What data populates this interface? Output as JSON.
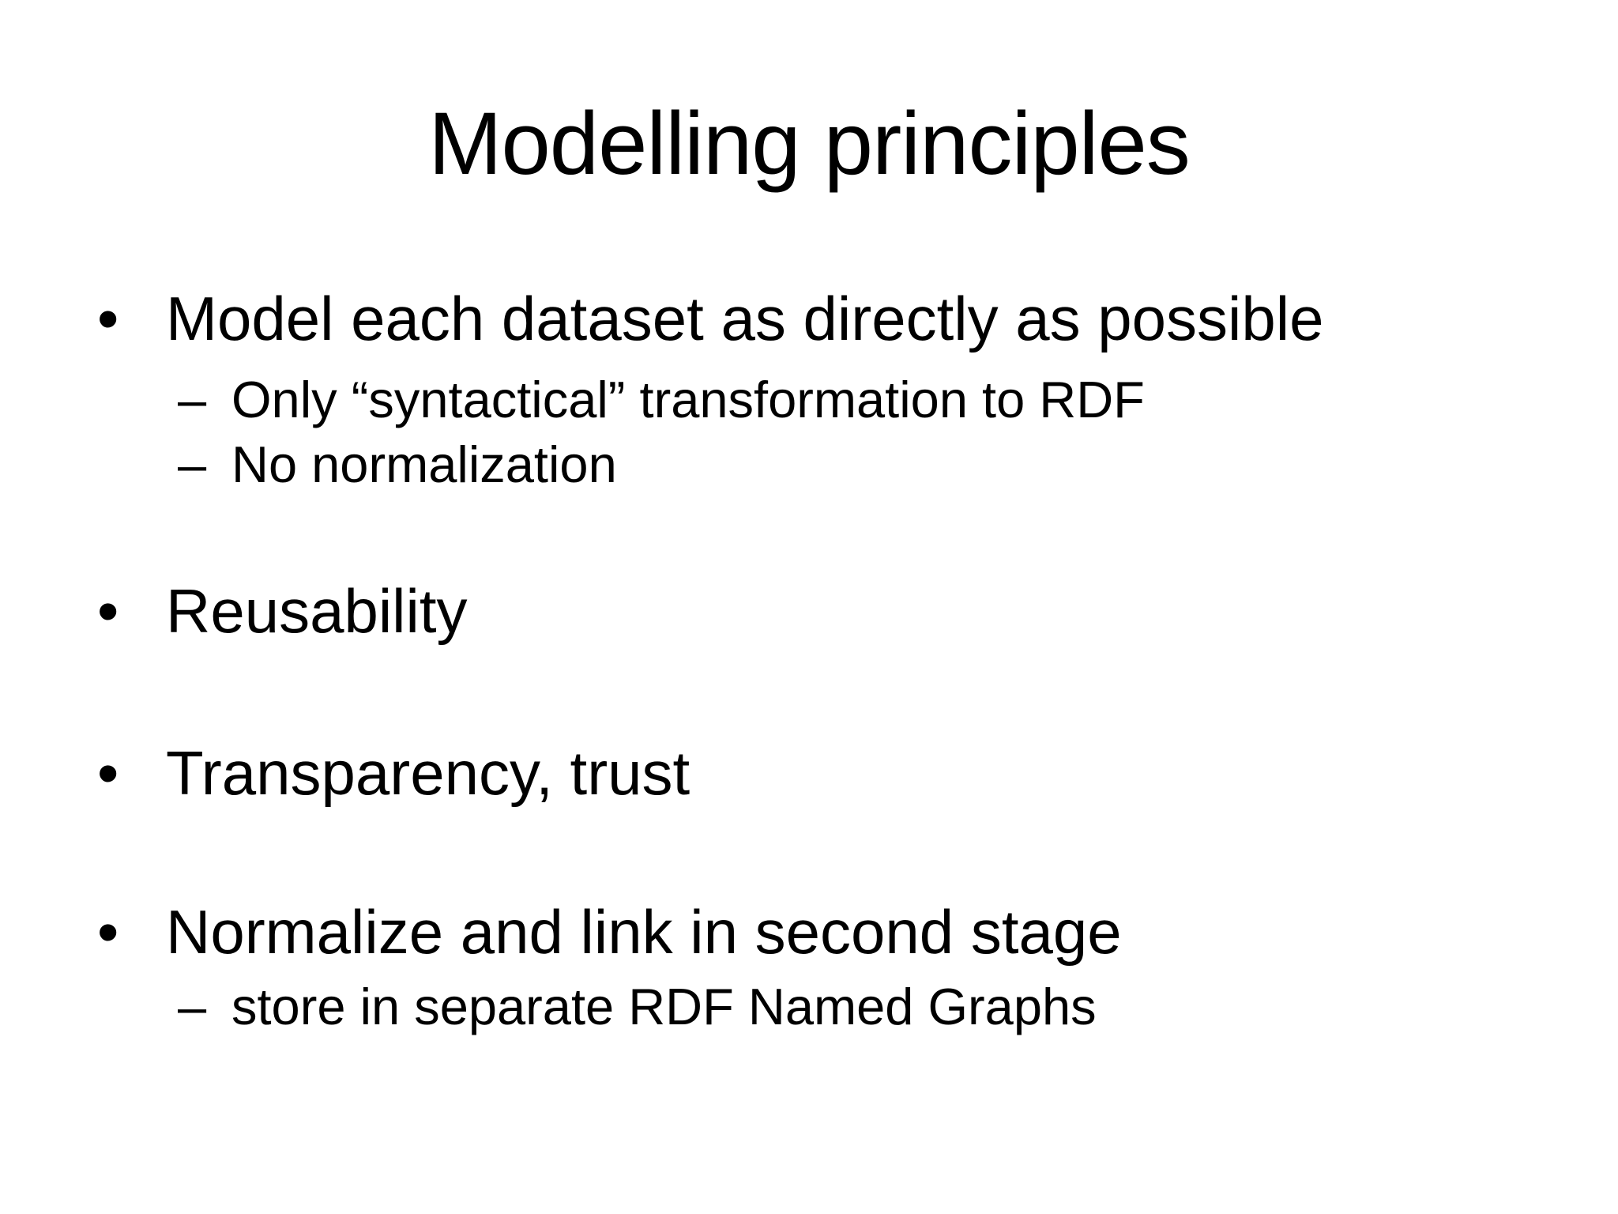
{
  "slide": {
    "title": "Modelling principles",
    "bullet_glyph": "•",
    "sub_bullet_glyph": "–",
    "text_color": "#000000",
    "background_color": "#ffffff",
    "bullets": [
      {
        "text": "Model each dataset as directly as possible",
        "subitems": [
          "Only “syntactical” transformation to RDF",
          "No normalization"
        ]
      },
      {
        "text": "Reusability",
        "subitems": []
      },
      {
        "text": "Transparency, trust",
        "subitems": []
      },
      {
        "text": "Normalize and link in second stage",
        "subitems": [
          "store in separate RDF Named Graphs"
        ]
      }
    ]
  }
}
